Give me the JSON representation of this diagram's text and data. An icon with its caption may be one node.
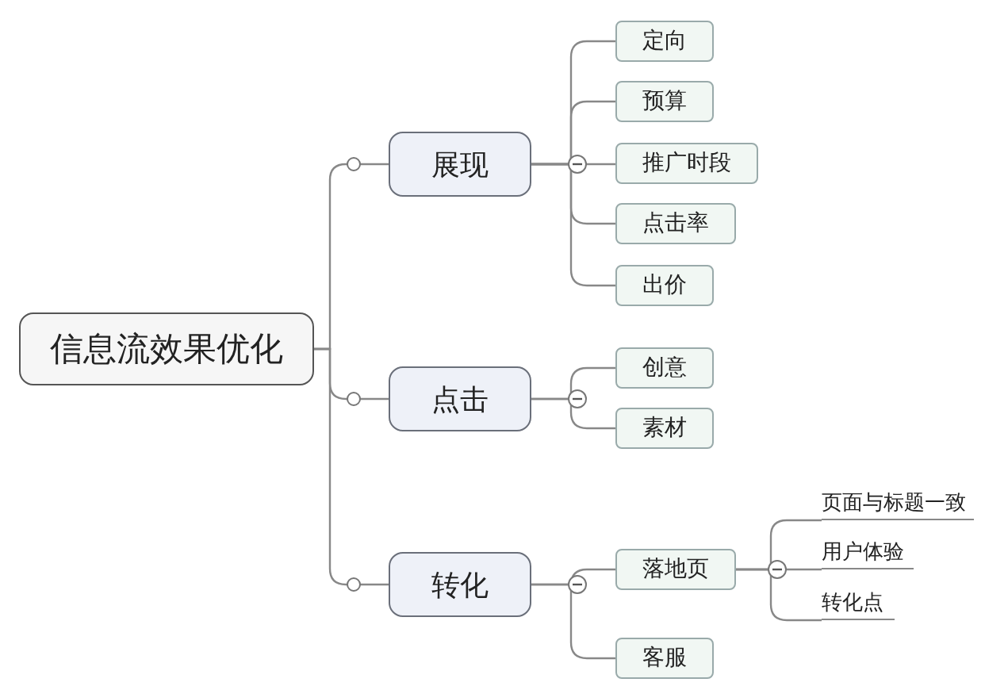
{
  "diagram": {
    "nodes": [
      {
        "text": [
          "信息流效果优化"
        ]
      },
      {
        "text": [
          "展现"
        ]
      },
      {
        "text": [
          "点击"
        ]
      },
      {
        "text": [
          "转化"
        ]
      },
      {
        "text": [
          "定向"
        ]
      },
      {
        "text": [
          "预算"
        ]
      },
      {
        "text": [
          "推广时段"
        ]
      },
      {
        "text": [
          "点击率"
        ]
      },
      {
        "text": [
          "出价"
        ]
      },
      {
        "text": [
          "创意"
        ]
      },
      {
        "text": [
          "素材"
        ]
      },
      {
        "text": [
          "落地页"
        ]
      },
      {
        "text": [
          "客服"
        ]
      },
      {
        "text": [
          "页面与标题一致"
        ]
      },
      {
        "text": [
          "用户体验"
        ]
      },
      {
        "text": [
          "转化点"
        ]
      }
    ],
    "edges": [
      {
        "from": 0,
        "to": 1,
        "arrow": "none"
      },
      {
        "from": 0,
        "to": 2,
        "arrow": "none"
      },
      {
        "from": 0,
        "to": 3,
        "arrow": "none"
      },
      {
        "from": 1,
        "to": 4,
        "arrow": "none"
      },
      {
        "from": 1,
        "to": 5,
        "arrow": "none"
      },
      {
        "from": 1,
        "to": 6,
        "arrow": "none"
      },
      {
        "from": 1,
        "to": 7,
        "arrow": "none"
      },
      {
        "from": 1,
        "to": 8,
        "arrow": "none"
      },
      {
        "from": 2,
        "to": 9,
        "arrow": "none"
      },
      {
        "from": 2,
        "to": 10,
        "arrow": "none"
      },
      {
        "from": 3,
        "to": 11,
        "arrow": "none"
      },
      {
        "from": 3,
        "to": 12,
        "arrow": "none"
      },
      {
        "from": 11,
        "to": 13,
        "arrow": "none"
      },
      {
        "from": 11,
        "to": 14,
        "arrow": "none"
      },
      {
        "from": 11,
        "to": 15,
        "arrow": "none"
      }
    ]
  }
}
